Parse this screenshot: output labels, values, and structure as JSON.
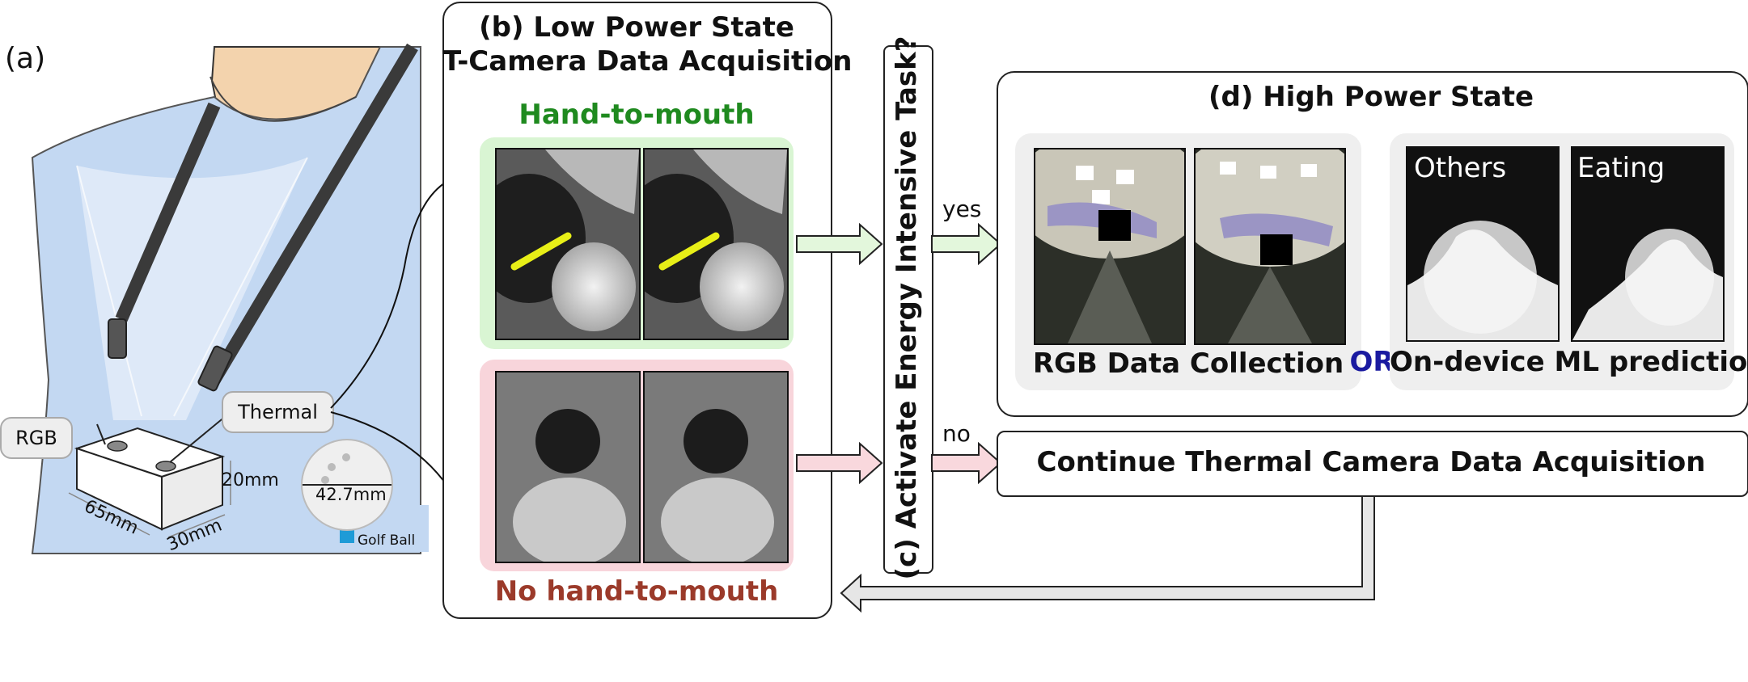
{
  "figure": {
    "panel_a_label": "(a)",
    "device_labels": {
      "rgb": "RGB",
      "thermal": "Thermal"
    },
    "dimensions": {
      "length": "65mm",
      "width": "30mm",
      "height": "20mm"
    },
    "golf_ball": {
      "diameter": "42.7mm",
      "label": "Golf Ball"
    },
    "panel_b": {
      "title_line1": "(b)  Low Power State",
      "title_line2": "T-Camera Data Acquisition",
      "positive_label": "Hand-to-mouth",
      "negative_label": "No hand-to-mouth"
    },
    "panel_c": {
      "question": "(c) Activate Energy Intensive Task?",
      "yes": "yes",
      "no": "no"
    },
    "panel_d": {
      "title": "(d) High Power State",
      "rgb_caption": "RGB Data Collection",
      "or_text": "OR",
      "ml_caption": "On-device ML predictions",
      "pred_labels": [
        "Others",
        "Eating"
      ]
    },
    "continue_text": "Continue Thermal Camera Data Acquisition",
    "colors": {
      "positive_green": "#1f8a1f",
      "negative_red": "#9b3a2a",
      "green_bg": "#d9f5d3",
      "pink_bg": "#f8d5db",
      "or_blue": "#1a1aa0",
      "shirt": "#c3d8f2",
      "lanyard": "#3a3a3a",
      "marker_yellow": "#e8ef17"
    }
  }
}
